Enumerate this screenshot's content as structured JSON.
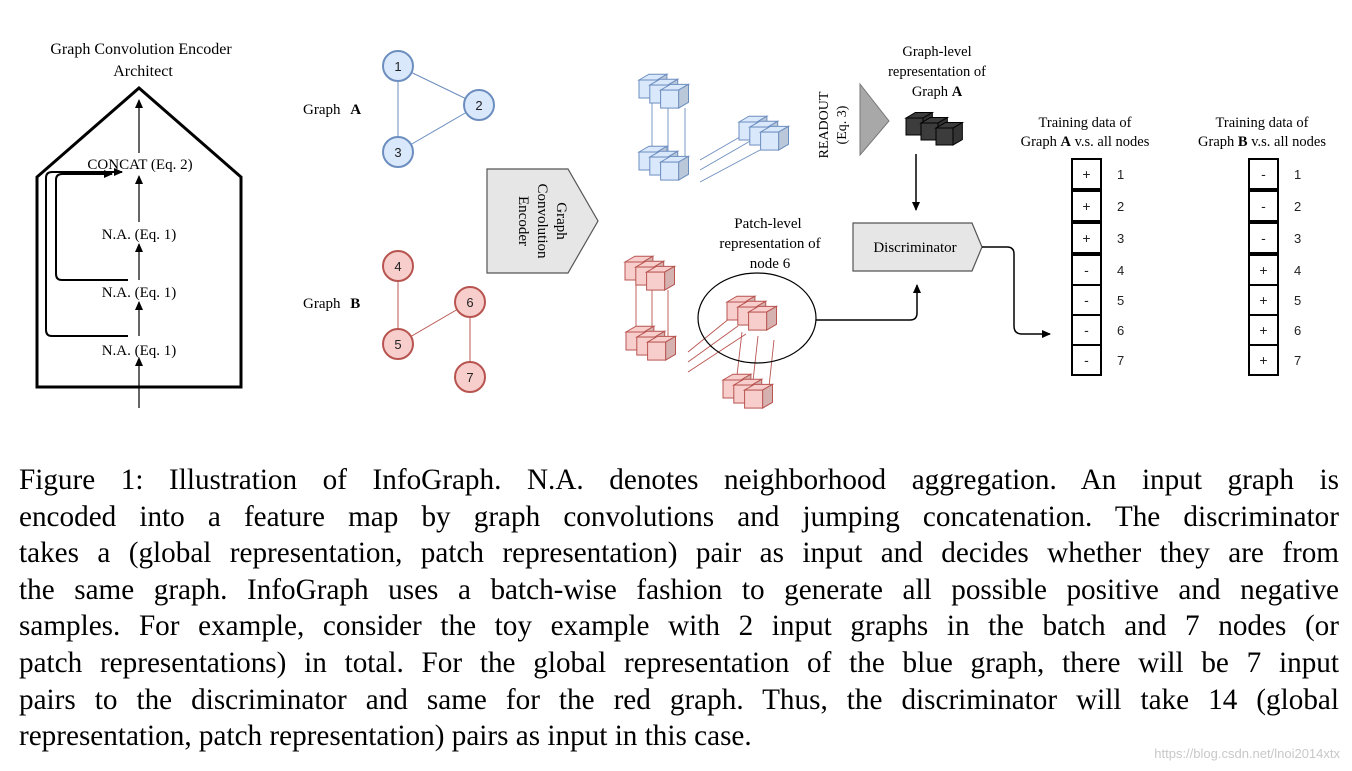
{
  "encoder": {
    "title_line1": "Graph Convolution Encoder",
    "title_line2": "Architect",
    "concat": "CONCAT (Eq. 2)",
    "na": [
      "N.A. (Eq. 1)",
      "N.A. (Eq. 1)",
      "N.A. (Eq. 1)"
    ]
  },
  "graph_a": {
    "label": "Graph",
    "letter": "A",
    "nodes": [
      "1",
      "2",
      "3"
    ],
    "color": "#dae8fc",
    "stroke": "#6c8ebf"
  },
  "graph_b": {
    "label": "Graph",
    "letter": "B",
    "nodes": [
      "4",
      "5",
      "6",
      "7"
    ],
    "color": "#f8cecc",
    "stroke": "#b85450"
  },
  "gce_box": [
    "Graph",
    "Convolution",
    "Encoder"
  ],
  "readout": [
    "READOUT",
    "(Eq. 3)"
  ],
  "graph_level": {
    "lines": [
      "Graph-level",
      "representation of"
    ],
    "last_prefix": "Graph ",
    "last_bold": "A"
  },
  "patch_level": [
    "Patch-level",
    "representation of",
    "node 6"
  ],
  "discriminator": "Discriminator",
  "training_a": {
    "line1": "Training data  of",
    "prefix": "Graph ",
    "bold": "A",
    "suffix": " v.s. all nodes",
    "signs": [
      "+",
      "+",
      "+",
      "-",
      "-",
      "-",
      "-"
    ],
    "ids": [
      "1",
      "2",
      "3",
      "4",
      "5",
      "6",
      "7"
    ]
  },
  "training_b": {
    "line1": "Training data  of",
    "prefix": "Graph ",
    "bold": "B",
    "suffix": " v.s. all nodes",
    "signs": [
      "-",
      "-",
      "-",
      "+",
      "+",
      "+",
      "+"
    ],
    "ids": [
      "1",
      "2",
      "3",
      "4",
      "5",
      "6",
      "7"
    ]
  },
  "caption": [
    "Figure 1: Illustration of InfoGraph.  N.A. denotes neighborhood aggregation.  An input graph is",
    "encoded into a feature map by graph convolutions and jumping concatenation. The discriminator",
    "takes a (global representation, patch representation) pair as input and decides whether they are from",
    "the same graph. InfoGraph uses a batch-wise fashion to generate all possible positive and negative",
    "samples. For example, consider the toy example with 2 input graphs in the batch and 7 nodes (or",
    "patch representations) in total. For the global representation of the blue graph, there will be 7 input",
    "pairs to the discriminator and same for the red graph. Thus, the discriminator will take 14 (global",
    "representation, patch representation) pairs as input in this case."
  ],
  "watermark": "https://blog.csdn.net/lnoi2014xtx"
}
